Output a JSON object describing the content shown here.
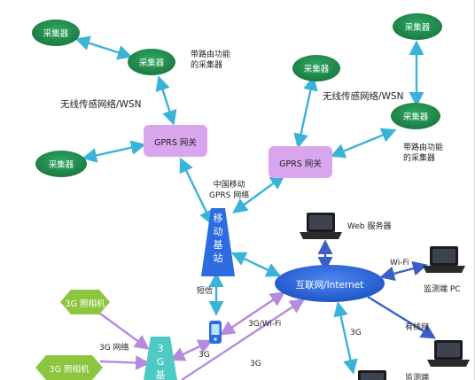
{
  "nodes": {
    "collector_top_left": "采集器",
    "collector_router_left": "采集器",
    "collector_left_mid": "采集器",
    "collector_top_right": "采集器",
    "collector_right_upper": "采集器",
    "collector_router_right": "采集器",
    "gprs_gateway_left": "GPRS 网关",
    "gprs_gateway_right": "GPRS 网关",
    "mobile_tower": [
      "移",
      "动",
      "基",
      "站"
    ],
    "internet": "互联网/Internet",
    "cam_1": "3G 照相机",
    "cam_2": "3G 照相机",
    "tower_3g": [
      "3",
      "G",
      "基"
    ]
  },
  "labels": {
    "router_collector_left": [
      "带路由功能",
      "的采集器"
    ],
    "router_collector_right": [
      "带路由功能",
      "的采集器"
    ],
    "wsn_left": "无线传感网络/WSN",
    "wsn_right": "无线传感网络/WSN",
    "china_mobile": [
      "中国移动",
      "GPRS 网络"
    ],
    "web_server": "Web 服务器",
    "wifi": "Wi-Fi",
    "monitor_pc": "监测端 PC",
    "wired": "有线网",
    "sms": "短信",
    "phone_link": "3G/Wi-Fi",
    "net_3g_left": "3G 网络",
    "g3_a": "3G",
    "g3_b": "3G",
    "g3_c": "3G",
    "bottom_cut": "监测端"
  },
  "colors": {
    "green_node": "#1f8a4c",
    "gateway_fill": "#d9a6ee",
    "blue_node": "#2d6be0",
    "cyan_arrow": "#39b4d8",
    "purple_arrow": "#b58ae0",
    "blue_arrow": "#3b5fc4",
    "camera_fill": "#8cc63f",
    "tower_3g_fill": "#4fc9c4"
  }
}
